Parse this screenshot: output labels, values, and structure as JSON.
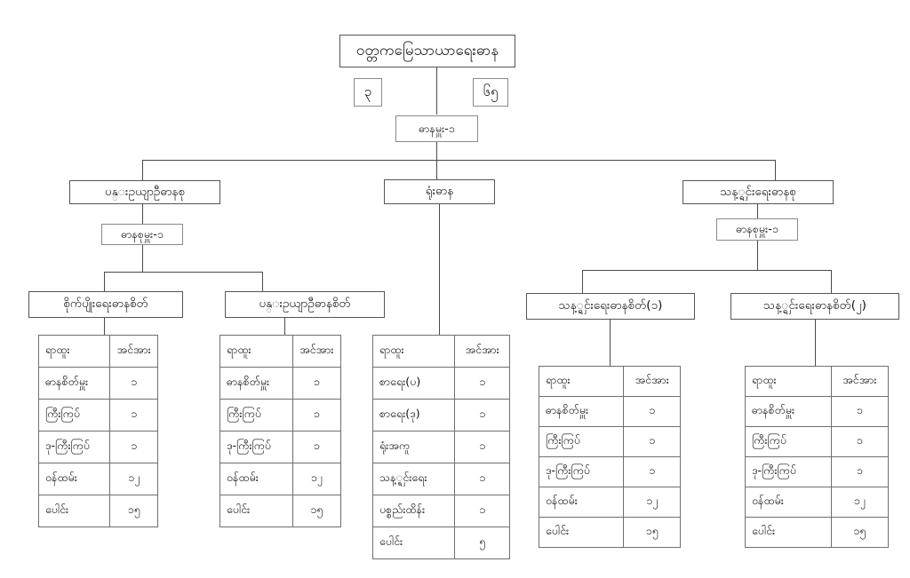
{
  "chart_data": {
    "type": "diagram",
    "title": "ဝတ္တကမြေသာယာရေးဓာန",
    "diagram_kind": "organization-chart",
    "root": {
      "label": "ဝတ္တကမြေသာယာရေးဓာန",
      "badge_left": "၃",
      "badge_right": "၆၅",
      "head_label": "ဓာနမှူး-၁"
    },
    "branches": [
      {
        "label": "ပန္းဥယျာဦဓာနစု",
        "head_label": "ဓာနစုမှူး-၁",
        "children": [
          "စိုက်ပျိုးရေးဓာနစိတ်",
          "ပန္းဥယျာဦဓာနစိတ်"
        ]
      },
      {
        "label": "ရုံးဓာန",
        "head_label": null,
        "children": []
      },
      {
        "label": "သန့္ရှင်းရေးဓာနစု",
        "head_label": "ဓာနစုမှူး-၁",
        "children": [
          "သန့္ရှင်းရေးဓာနစိတ်(၁)",
          "သန့္ရှင်းရေးဓာနစိတ်(၂)"
        ]
      }
    ],
    "tables": [
      {
        "id": "table-1",
        "columns": [
          "ရာထူး",
          "အင်အား"
        ],
        "rows": [
          [
            "ဓာနစိတ်မှူး",
            "၁"
          ],
          [
            "ကြီးကြပ်",
            "၁"
          ],
          [
            "ဒု-ကြီးကြပ်",
            "၁"
          ],
          [
            "ဝန်ထမ်း",
            "၁၂"
          ],
          [
            "ပေါင်း",
            "၁၅"
          ]
        ]
      },
      {
        "id": "table-2",
        "columns": [
          "ရာထူး",
          "အင်အား"
        ],
        "rows": [
          [
            "ဓာနစိတ်မှူး",
            "၁"
          ],
          [
            "ကြီးကြပ်",
            "၁"
          ],
          [
            "ဒု-ကြီးကြပ်",
            "၁"
          ],
          [
            "ဝန်ထမ်း",
            "၁၂"
          ],
          [
            "ပေါင်း",
            "၁၅"
          ]
        ]
      },
      {
        "id": "table-3",
        "columns": [
          "ရာထူး",
          "အင်အား"
        ],
        "rows": [
          [
            "စာရေး(ပ)",
            "၁"
          ],
          [
            "စာရေး(ဒု)",
            "၁"
          ],
          [
            "ရုံးအကူ",
            "၁"
          ],
          [
            "သန့္ရှင်းရေး",
            "၁"
          ],
          [
            "ပစ္စည်းထိန်း",
            "၁"
          ],
          [
            "ပေါင်း",
            "၅"
          ]
        ]
      },
      {
        "id": "table-4",
        "columns": [
          "ရာထူး",
          "အင်အား"
        ],
        "rows": [
          [
            "ဓာနစိတ်မှူး",
            "၁"
          ],
          [
            "ကြီးကြပ်",
            "၁"
          ],
          [
            "ဒု-ကြီးကြပ်",
            "၁"
          ],
          [
            "ဝန်ထမ်း",
            "၁၂"
          ],
          [
            "ပေါင်း",
            "၁၅"
          ]
        ]
      },
      {
        "id": "table-5",
        "columns": [
          "ရာထူး",
          "အင်အား"
        ],
        "rows": [
          [
            "ဓာနစိတ်မှူး",
            "၁"
          ],
          [
            "ကြီးကြပ်",
            "၁"
          ],
          [
            "ဒု-ကြီးကြပ်",
            "၁"
          ],
          [
            "ဝန်ထမ်း",
            "၁၂"
          ],
          [
            "ပေါင်း",
            "၁၅"
          ]
        ]
      }
    ]
  },
  "colors": {
    "line": "#4a4a4a",
    "box_border": "#8a8a8a",
    "table_border": "#6f6f6f",
    "text": "#101010",
    "background": "#ffffff"
  }
}
